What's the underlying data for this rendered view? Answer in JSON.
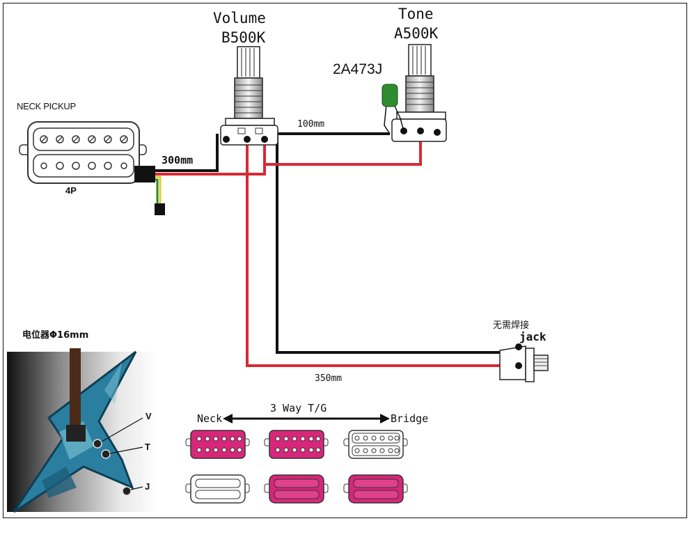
{
  "labels": {
    "volume_title": "Volume",
    "volume_value": "B500K",
    "tone_title": "Tone",
    "tone_value": "A500K",
    "capacitor": "2A473J",
    "neck_pickup": "NECK PICKUP",
    "pickup_conductors": "4P",
    "wire_300": "300mm",
    "wire_100": "100mm",
    "wire_350": "350mm",
    "no_solder": "无需焊接",
    "jack": "jack",
    "pot_size": "电位器Φ16mm",
    "switch_title": "3 Way T/G",
    "switch_left": "Neck",
    "switch_right": "Bridge",
    "guitar_v": "V",
    "guitar_t": "T",
    "guitar_j": "J"
  },
  "colors": {
    "hot_wire": "#d82a33",
    "ground_wire": "#111111",
    "capacitor": "#2e8b2e",
    "active_pickup": "#d8267a",
    "guitar_body": "#2a7fa0"
  },
  "icons": {
    "pot": "potentiometer-icon",
    "pickup": "humbucker-pickup-icon",
    "jack": "output-jack-icon",
    "cap": "capacitor-icon",
    "guitar": "guitar-body-icon"
  }
}
